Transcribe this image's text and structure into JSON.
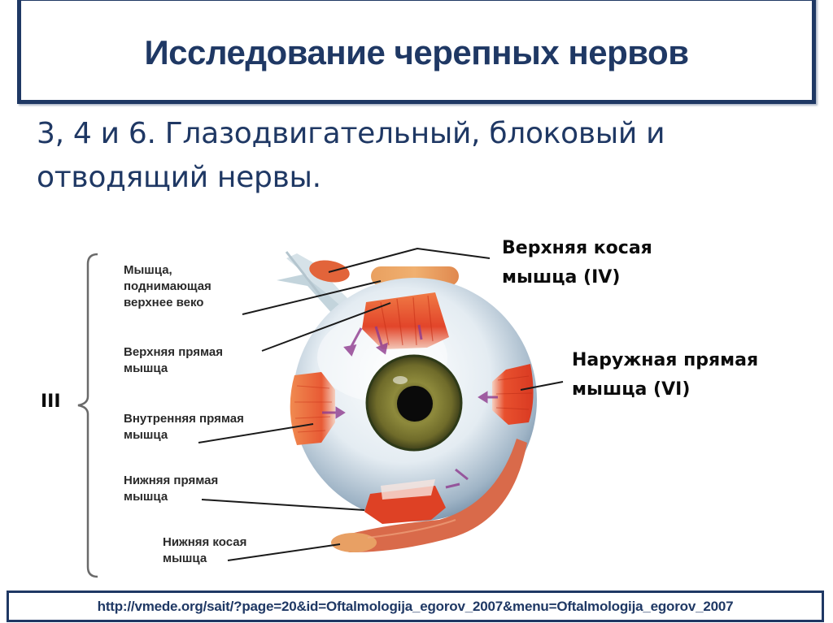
{
  "slide": {
    "title": "Исследование черепных нервов",
    "subtitle_line1": "3, 4 и 6. Глазодвигательный, блоковый и",
    "subtitle_line2": "отводящий нервы.",
    "source_url": "http://vmede.org/sait/?page=20&id=Oftalmologija_egorov_2007&menu=Oftalmologija_egorov_2007"
  },
  "figure": {
    "nerve_group_label": "III",
    "left_labels": [
      {
        "line1": "Мышца,",
        "line2": "поднимающая",
        "line3": "верхнее веко"
      },
      {
        "line1": "Верхняя прямая",
        "line2": "мышца"
      },
      {
        "line1": "Внутренняя прямая",
        "line2": "мышца"
      },
      {
        "line1": "Нижняя  прямая",
        "line2": "мышца"
      },
      {
        "line1": "Нижняя косая",
        "line2": "мышца"
      }
    ],
    "right_labels": [
      {
        "line1": "Верхняя косая",
        "line2": "мышца (IV)"
      },
      {
        "line1": "Наружная прямая",
        "line2": "мышца (VI)"
      }
    ]
  },
  "colors": {
    "accent_navy": "#1f3864",
    "label_text": "#2a2a2a",
    "muscle_red": "#e2452a",
    "iris_green": "#7a7a2e"
  }
}
